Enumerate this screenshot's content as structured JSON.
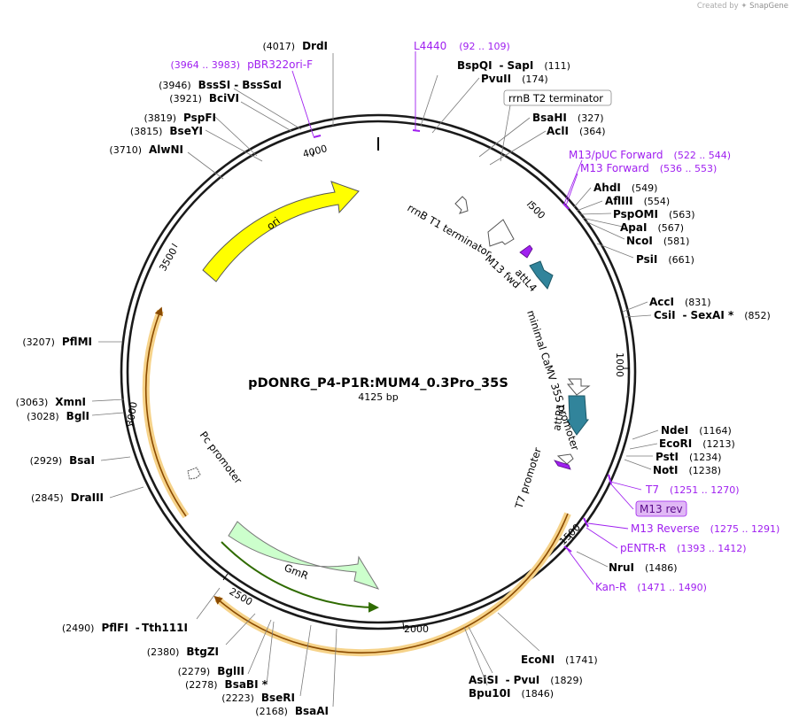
{
  "credit": {
    "prefix": "Created by",
    "brand": "SnapGene"
  },
  "title": "pDONRG_P4-P1R:MUM4_0.3Pro_35S",
  "size_label": "4125 bp",
  "ticks": [
    "500",
    "1000",
    "1500",
    "2000",
    "2500",
    "3000",
    "3500",
    "4000"
  ],
  "features": {
    "ori": "ori",
    "gmr": "GmR",
    "rrnb_t1": "rrnB T1 terminator",
    "rrnb_t2": "rrnB T2 terminator",
    "m13_fwd": "M13 fwd",
    "attl4": "attL4",
    "min_camv": "minimal CaMV 35S promoter",
    "attr1": "attR1",
    "t7_prom": "T7 promoter",
    "pc_prom": "Pc promoter"
  },
  "sites": {
    "drdi": {
      "pos": "(4017)",
      "name": "DrdI"
    },
    "bssi": {
      "pos": "(3946)",
      "name": "BssSI",
      "name2": "BssSαI"
    },
    "bcivi": {
      "pos": "(3921)",
      "name": "BciVI"
    },
    "pspfi": {
      "pos": "(3819)",
      "name": "PspFI"
    },
    "bseyi": {
      "pos": "(3815)",
      "name": "BseYI"
    },
    "alwni": {
      "pos": "(3710)",
      "name": "AlwNI"
    },
    "pflmi": {
      "pos": "(3207)",
      "name": "PflMI"
    },
    "xmni": {
      "pos": "(3063)",
      "name": "XmnI"
    },
    "bgli": {
      "pos": "(3028)",
      "name": "BglI"
    },
    "bsai": {
      "pos": "(2929)",
      "name": "BsaI"
    },
    "draiii": {
      "pos": "(2845)",
      "name": "DraIII"
    },
    "pflfi": {
      "pos": "(2490)",
      "name": "PflFI",
      "name2": "Tth111I"
    },
    "btgzi": {
      "pos": "(2380)",
      "name": "BtgZI"
    },
    "bglii": {
      "pos": "(2279)",
      "name": "BglII"
    },
    "bsabi": {
      "pos": "(2278)",
      "name": "BsaBI *"
    },
    "bseri": {
      "pos": "(2223)",
      "name": "BseRI"
    },
    "bsaai": {
      "pos": "(2168)",
      "name": "BsaAI"
    },
    "bspqi": {
      "name": "BspQI",
      "name2": "SapI",
      "pos": "(111)"
    },
    "pvuii": {
      "name": "PvuII",
      "pos": "(174)"
    },
    "bsahi": {
      "name": "BsaHI",
      "pos": "(327)"
    },
    "acli": {
      "name": "AclI",
      "pos": "(364)"
    },
    "ahdi": {
      "name": "AhdI",
      "pos": "(549)"
    },
    "afliii": {
      "name": "AflIII",
      "pos": "(554)"
    },
    "pspomi": {
      "name": "PspOMI",
      "pos": "(563)"
    },
    "apai": {
      "name": "ApaI",
      "pos": "(567)"
    },
    "ncoi": {
      "name": "NcoI",
      "pos": "(581)"
    },
    "psii": {
      "name": "PsiI",
      "pos": "(661)"
    },
    "acci": {
      "name": "AccI",
      "pos": "(831)"
    },
    "csii": {
      "name": "CsiI",
      "name2": "SexAI *",
      "pos": "(852)"
    },
    "ndei": {
      "name": "NdeI",
      "pos": "(1164)"
    },
    "ecori": {
      "name": "EcoRI",
      "pos": "(1213)"
    },
    "psti": {
      "name": "PstI",
      "pos": "(1234)"
    },
    "noti": {
      "name": "NotI",
      "pos": "(1238)"
    },
    "brui": {
      "name": "NruI",
      "pos": "(1486)"
    },
    "econi": {
      "name": "EcoNI",
      "pos": "(1741)"
    },
    "asisi": {
      "name": "AsiSI",
      "name2": "PvuI",
      "pos": "(1829)"
    },
    "bpu10i": {
      "name": "Bpu10I",
      "pos": "(1846)"
    }
  },
  "primers": {
    "pbr": {
      "name": "pBR322ori-F",
      "pos": "(3964 .. 3983)"
    },
    "l4440": {
      "name": "L4440",
      "pos": "(92 .. 109)"
    },
    "m13puc": {
      "name": "M13/pUC Forward",
      "pos": "(522 .. 544)"
    },
    "m13f": {
      "name": "M13 Forward",
      "pos": "(536 .. 553)"
    },
    "t7": {
      "name": "T7",
      "pos": "(1251 .. 1270)"
    },
    "m13rev": {
      "name": "M13 rev"
    },
    "m13reverse": {
      "name": "M13 Reverse",
      "pos": "(1275 .. 1291)"
    },
    "pentr": {
      "name": "pENTR-R",
      "pos": "(1393 .. 1412)"
    },
    "kanr": {
      "name": "Kan-R",
      "pos": "(1471 .. 1490)"
    }
  },
  "colors": {
    "ori": "#ffff00",
    "gmr": "#ccffcc",
    "att": "#31849b",
    "primer": "#a020f0",
    "orange_band": "#f6d38a",
    "backbone": "#1a1a1a"
  }
}
